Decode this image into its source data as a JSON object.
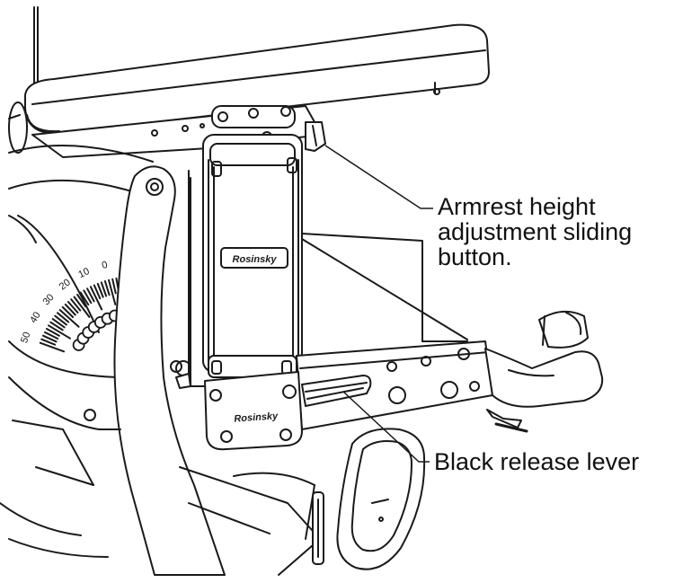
{
  "callouts": {
    "armrest_button": {
      "lines": [
        "Armrest height",
        "adjustment sliding",
        "button."
      ]
    },
    "release_lever": {
      "text": "Black release lever"
    }
  },
  "brand_marks": {
    "upper_plate": "Rosinsky",
    "lower_plate": "Rosinsky"
  },
  "dial_scale": {
    "tick_labels": [
      "50",
      "40",
      "30",
      "20",
      "10",
      "0"
    ]
  },
  "colors": {
    "line": "#1a1a1a",
    "fill": "#ffffff",
    "shade": "#e6e6e6",
    "dark": "#333333"
  }
}
